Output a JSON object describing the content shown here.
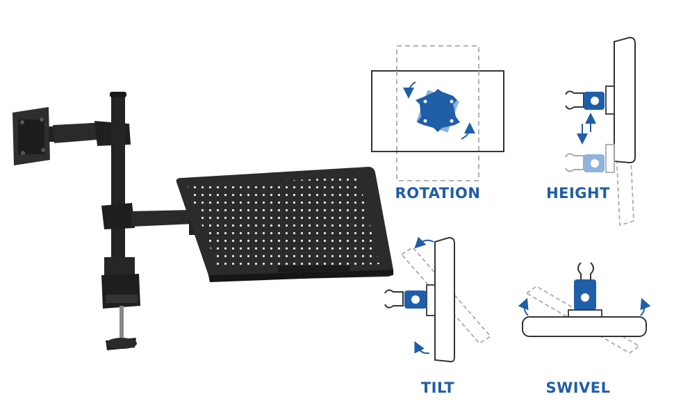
{
  "labels": {
    "rotation": "ROTATION",
    "height": "HEIGHT",
    "tilt": "TILT",
    "swivel": "SWIVEL"
  },
  "colors": {
    "accent": "#1f5ea8",
    "accent_light": "#8fb3dc",
    "product": "#2a2a2a",
    "outline": "#333333",
    "ghost": "#aaaaaa"
  },
  "icons": [
    "rotation-icon",
    "height-icon",
    "tilt-icon",
    "swivel-icon",
    "curved-arrow-icon",
    "up-down-arrow-icon"
  ]
}
